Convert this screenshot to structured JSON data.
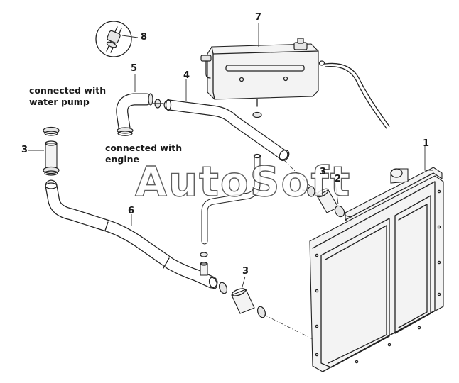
{
  "callouts": {
    "n1": "1",
    "n2": "2",
    "n3a": "3",
    "n3b": "3",
    "n3c": "3",
    "n4": "4",
    "n5": "5",
    "n6": "6",
    "n7": "7",
    "n8": "8"
  },
  "notes": {
    "water_pump": "connected with\nwater pump",
    "engine": "connected with\nengine"
  },
  "watermark": "AutoSoft",
  "colors": {
    "line": "#222222",
    "part_fill": "#e6e6e6",
    "background": "#ffffff"
  }
}
